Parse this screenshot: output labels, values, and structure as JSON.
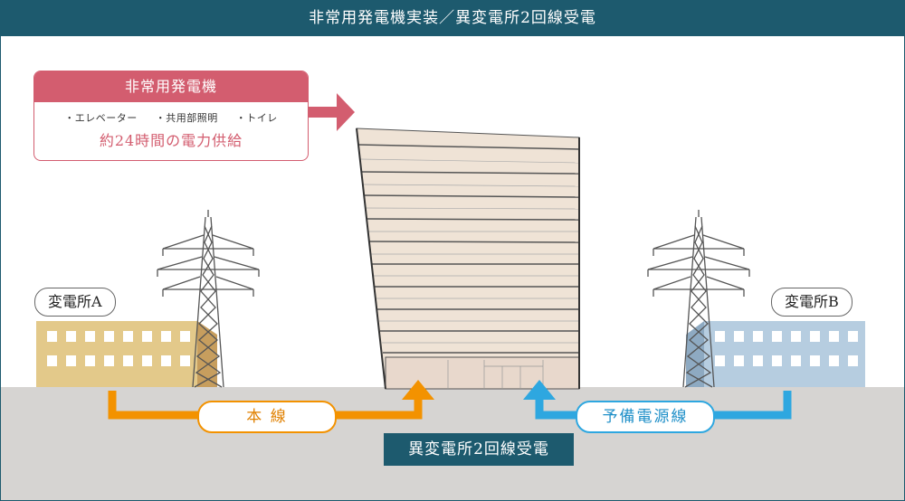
{
  "title": "非常用発電機実装／異変電所2回線受電",
  "generator": {
    "heading": "非常用発電機",
    "items": [
      "・エレベーター",
      "・共用部照明",
      "・トイレ"
    ],
    "note": "約24時間の電力供給"
  },
  "substation_a": {
    "label": "変電所A"
  },
  "substation_b": {
    "label": "変電所B"
  },
  "main_line": {
    "label": "本 線"
  },
  "backup_line": {
    "label": "予備電源線"
  },
  "bottom": {
    "label": "異変電所2回線受電"
  },
  "colors": {
    "header": "#1d5a6e",
    "generator": "#d35d6f",
    "main_line": "#f39200",
    "backup_line": "#2ea7e0",
    "substation_a": "#e3c98a",
    "substation_b": "#b6cde0"
  }
}
